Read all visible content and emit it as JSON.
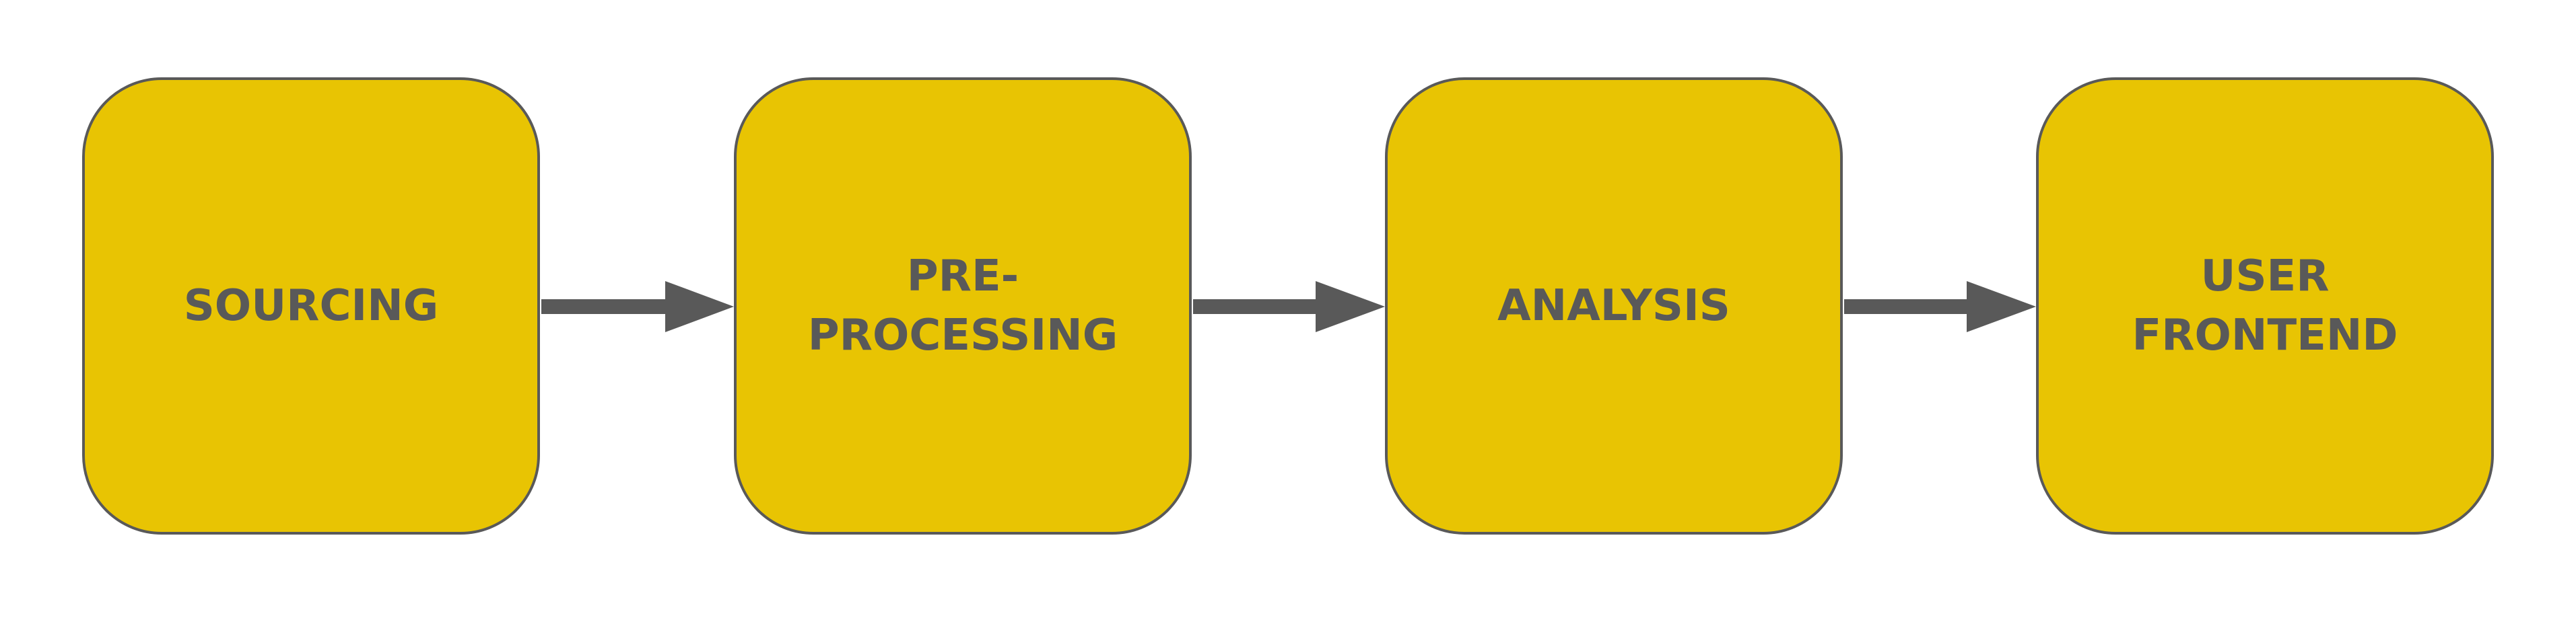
{
  "diagram": {
    "stages": [
      {
        "label": "SOURCING"
      },
      {
        "label": "PRE-\nPROCESSING"
      },
      {
        "label": "ANALYSIS"
      },
      {
        "label": "USER\nFRONTEND"
      }
    ],
    "colors": {
      "box_fill": "#e8c403",
      "box_border": "#595959",
      "text": "#595959",
      "arrow": "#595959",
      "background": "#ffffff"
    }
  }
}
